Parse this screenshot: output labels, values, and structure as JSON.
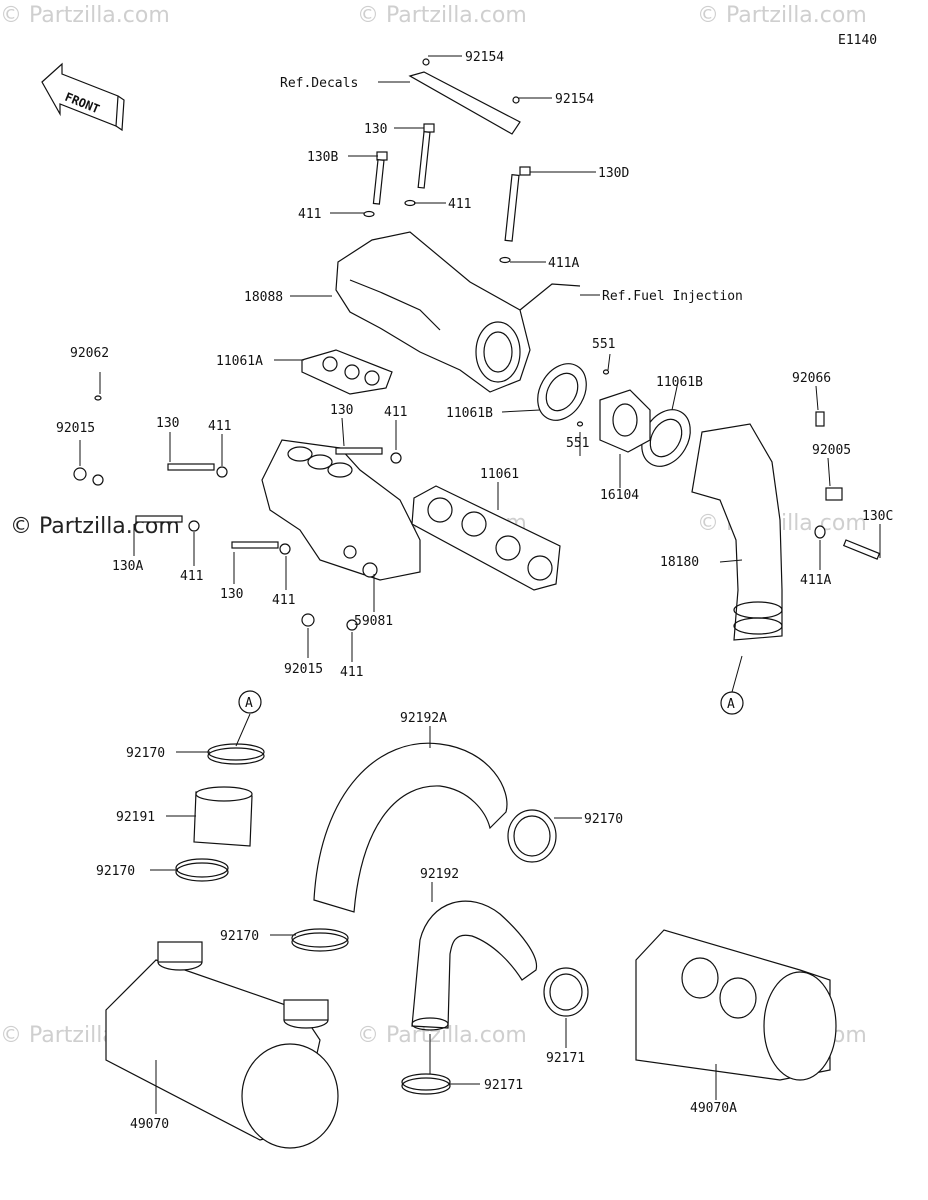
{
  "diagram_code": "E1140",
  "front_label": "FRONT",
  "watermark": "© Partzilla.com",
  "watermark_dark": "© Partzilla.com",
  "refs": {
    "decals": "Ref.Decals",
    "fuel_injection": "Ref.Fuel Injection"
  },
  "callout_a": "A",
  "labels": [
    {
      "id": "92154-top",
      "text": "92154"
    },
    {
      "id": "92154-mid",
      "text": "92154"
    },
    {
      "id": "130-top",
      "text": "130"
    },
    {
      "id": "130B",
      "text": "130B"
    },
    {
      "id": "130D",
      "text": "130D"
    },
    {
      "id": "411-l",
      "text": "411"
    },
    {
      "id": "411-r",
      "text": "411"
    },
    {
      "id": "411A-top",
      "text": "411A"
    },
    {
      "id": "18088",
      "text": "18088"
    },
    {
      "id": "11061A",
      "text": "11061A"
    },
    {
      "id": "92062",
      "text": "92062"
    },
    {
      "id": "551-top",
      "text": "551"
    },
    {
      "id": "11061B-r",
      "text": "11061B"
    },
    {
      "id": "92066",
      "text": "92066"
    },
    {
      "id": "11061B-l",
      "text": "11061B"
    },
    {
      "id": "130-mid",
      "text": "130"
    },
    {
      "id": "411-mid",
      "text": "411"
    },
    {
      "id": "92015-top",
      "text": "92015"
    },
    {
      "id": "130-left",
      "text": "130"
    },
    {
      "id": "411-left",
      "text": "411"
    },
    {
      "id": "92005",
      "text": "92005"
    },
    {
      "id": "551-low",
      "text": "551"
    },
    {
      "id": "16104",
      "text": "16104"
    },
    {
      "id": "11061",
      "text": "11061"
    },
    {
      "id": "130C",
      "text": "130C"
    },
    {
      "id": "130A",
      "text": "130A"
    },
    {
      "id": "411-b1",
      "text": "411"
    },
    {
      "id": "411A-r",
      "text": "411A"
    },
    {
      "id": "18180",
      "text": "18180"
    },
    {
      "id": "130-b",
      "text": "130"
    },
    {
      "id": "411-b2",
      "text": "411"
    },
    {
      "id": "59081",
      "text": "59081"
    },
    {
      "id": "92015-low",
      "text": "92015"
    },
    {
      "id": "411-low",
      "text": "411"
    },
    {
      "id": "92192A",
      "text": "92192A"
    },
    {
      "id": "92170-a",
      "text": "92170"
    },
    {
      "id": "92191",
      "text": "92191"
    },
    {
      "id": "92170-r",
      "text": "92170"
    },
    {
      "id": "92170-b",
      "text": "92170"
    },
    {
      "id": "92192",
      "text": "92192"
    },
    {
      "id": "92170-c",
      "text": "92170"
    },
    {
      "id": "92171-r",
      "text": "92171"
    },
    {
      "id": "92171-b",
      "text": "92171"
    },
    {
      "id": "49070",
      "text": "49070"
    },
    {
      "id": "49070A",
      "text": "49070A"
    }
  ]
}
